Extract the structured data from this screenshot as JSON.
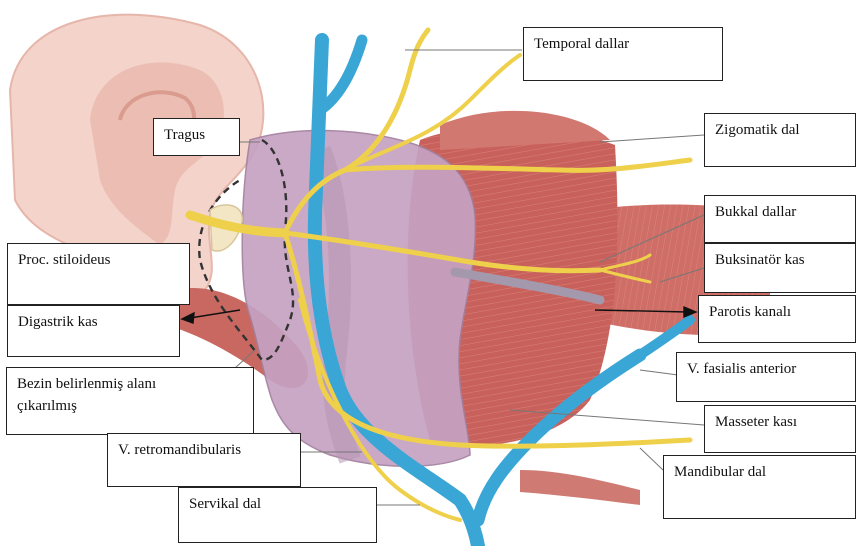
{
  "labels": {
    "temporal": "Temporal dallar",
    "zygomatic": "Zigomatik dal",
    "tragus": "Tragus",
    "buccal": "Bukkal dallar",
    "buccinator": "Buksinatör kas",
    "styloid": "Proc. stiloideus",
    "parotid_duct": "Parotis kanalı",
    "digastric": "Digastrik kas",
    "facial_vein": "V. fasialis anterior",
    "removed_line1": "Bezin belirlenmiş alanı",
    "removed_line2": "çıkarılmış",
    "masseter": "Masseter kası",
    "retromandibular": "V. retromandibularis",
    "mandibular": "Mandibular dal",
    "cervical": "Servikal dal"
  },
  "colors": {
    "skin": "#f2cfc6",
    "muscle": "#c8615b",
    "gland": "#c9a9c6",
    "nerve": "#f0d050",
    "vein": "#3aa6d6"
  }
}
